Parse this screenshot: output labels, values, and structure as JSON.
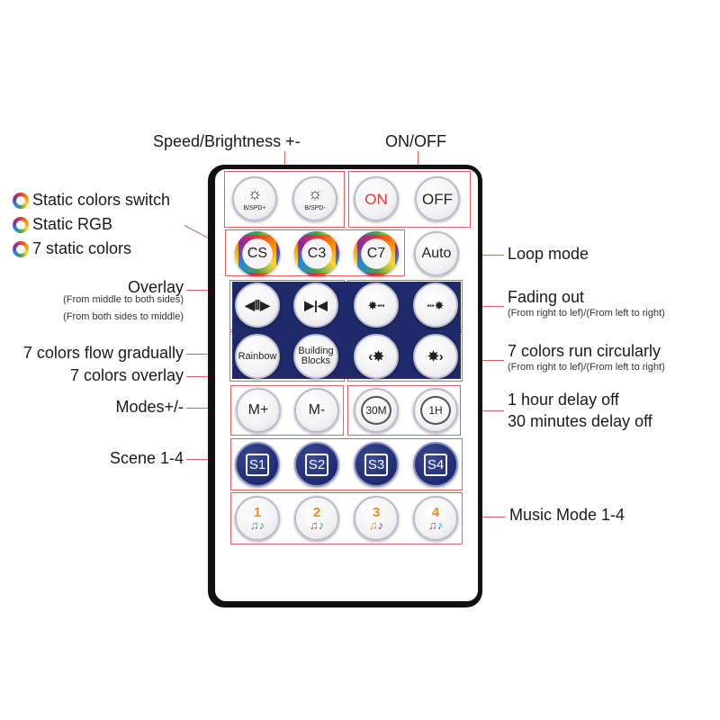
{
  "labels": {
    "speed_brightness": "Speed/Brightness +-",
    "on_off": "ON/OFF",
    "static_colors_switch": "Static colors switch",
    "static_rgb": "Static RGB",
    "seven_static_colors": "7 static colors",
    "loop_mode": "Loop mode",
    "overlay": "Overlay",
    "overlay_sub1": "(From middle to both sides)",
    "overlay_sub2": "(From both sides to middle)",
    "fading_out": "Fading out",
    "fading_out_sub": "(From right to lef)/(From left to right)",
    "colors_flow": "7 colors flow gradually",
    "colors_overlay": "7 colors overlay",
    "run_circularly": "7 colors run circularly",
    "run_circularly_sub": "(From right to lef)/(From left to right)",
    "modes": "Modes+/-",
    "delay_1h": "1 hour delay off",
    "delay_30m": "30 minutes delay off",
    "scene": "Scene 1-4",
    "music": "Music Mode 1-4"
  },
  "buttons": {
    "brightness_up_small": "B/SPD+",
    "brightness_down_small": "B/SPD-",
    "on": "ON",
    "off": "OFF",
    "cs": "CS",
    "c3": "C3",
    "c7": "C7",
    "auto": "Auto",
    "rainbow": "Rainbow",
    "building_1": "Building",
    "building_2": "Blocks",
    "m_plus": "M+",
    "m_minus": "M-",
    "timer_30m": "30M",
    "timer_1h": "1H",
    "s1": "S1",
    "s2": "S2",
    "s3": "S3",
    "s4": "S4",
    "mu1": "1",
    "mu2": "2",
    "mu3": "3",
    "mu4": "4",
    "on_color": "#e53935",
    "music_num_color": "#f08a1c"
  },
  "icons": {
    "sun": "sun-icon",
    "arrows": "arrow-icon",
    "notes": "music-note-icon"
  }
}
